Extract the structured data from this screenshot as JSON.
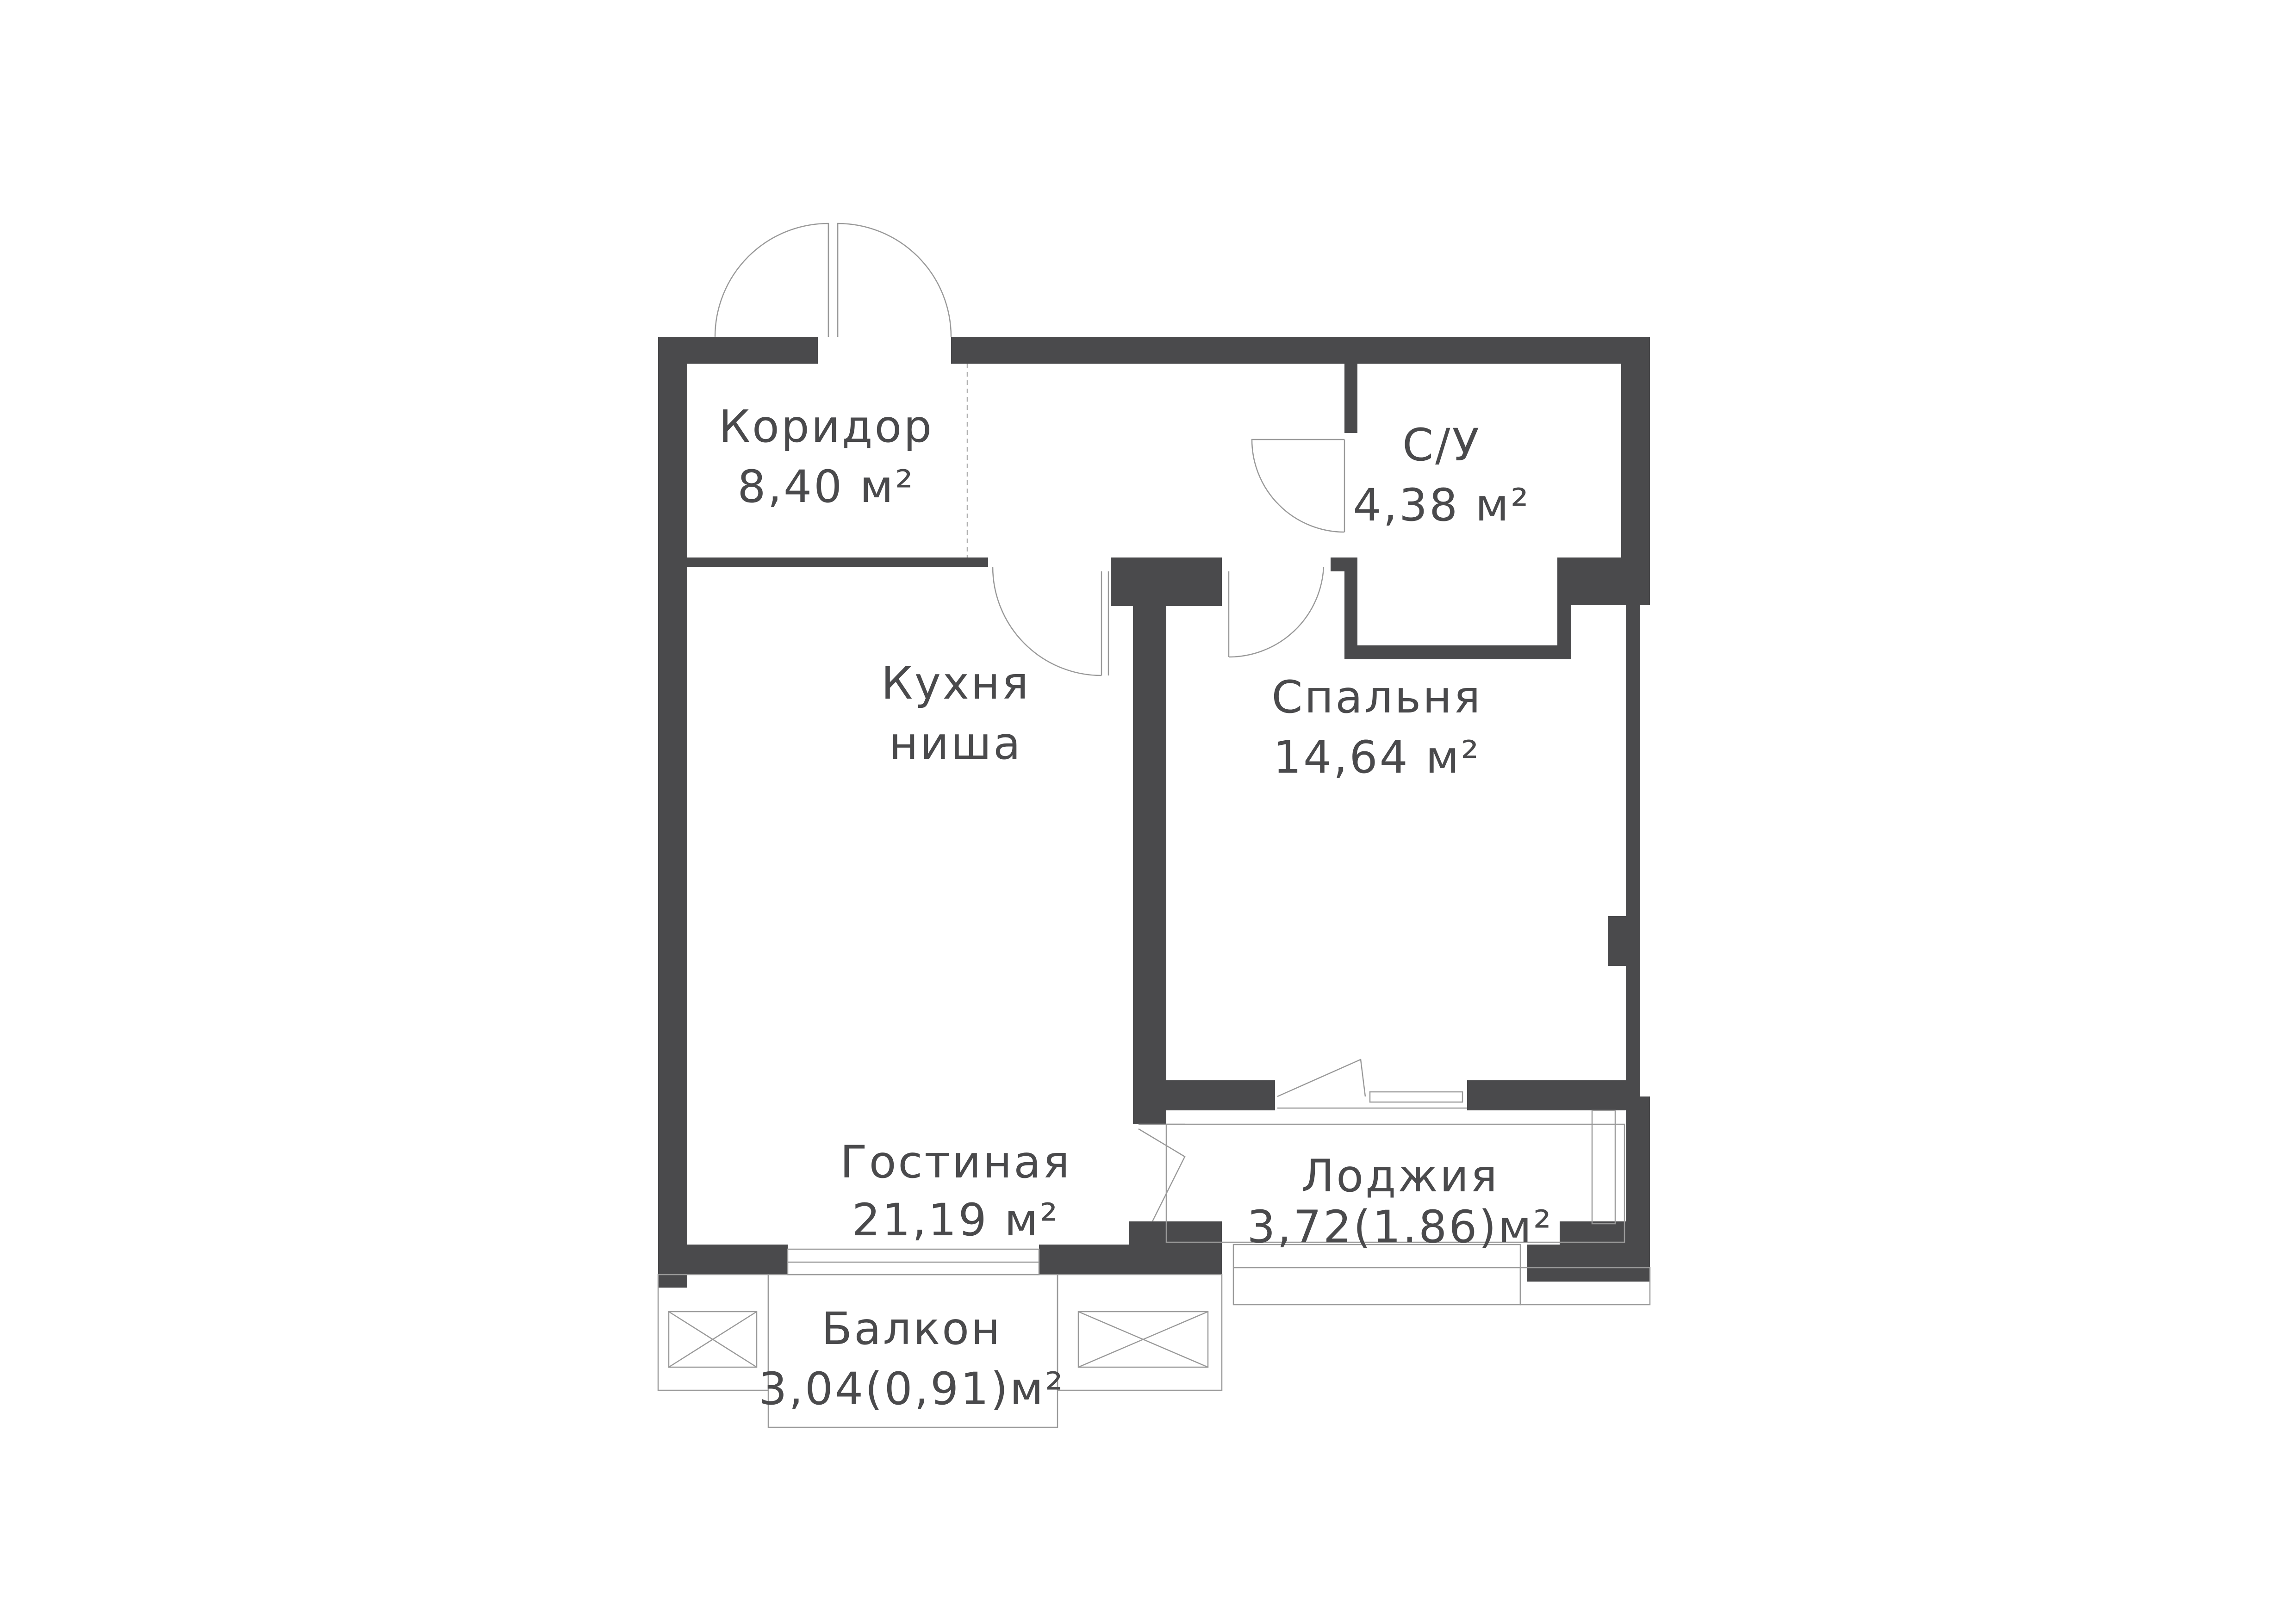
{
  "floor_plan": {
    "rooms": [
      {
        "id": "corridor",
        "name": "Коридор",
        "area": "8,40 м²"
      },
      {
        "id": "bathroom",
        "name": "С/У",
        "area": "4,38 м²"
      },
      {
        "id": "kitchen",
        "name": "Кухня",
        "area": "ниша"
      },
      {
        "id": "bedroom",
        "name": "Спальня",
        "area": "14,64 м²"
      },
      {
        "id": "living",
        "name": "Гостиная",
        "area": "21,19 м²"
      },
      {
        "id": "loggia",
        "name": "Лоджия",
        "area": "3,72(1.86)м²"
      },
      {
        "id": "balcony",
        "name": "Балкон",
        "area": "3,04(0,91)м²"
      }
    ],
    "colors": {
      "wall": "#4a4a4c",
      "fixture_line": "#9a9a9a",
      "background": "#ffffff"
    }
  }
}
